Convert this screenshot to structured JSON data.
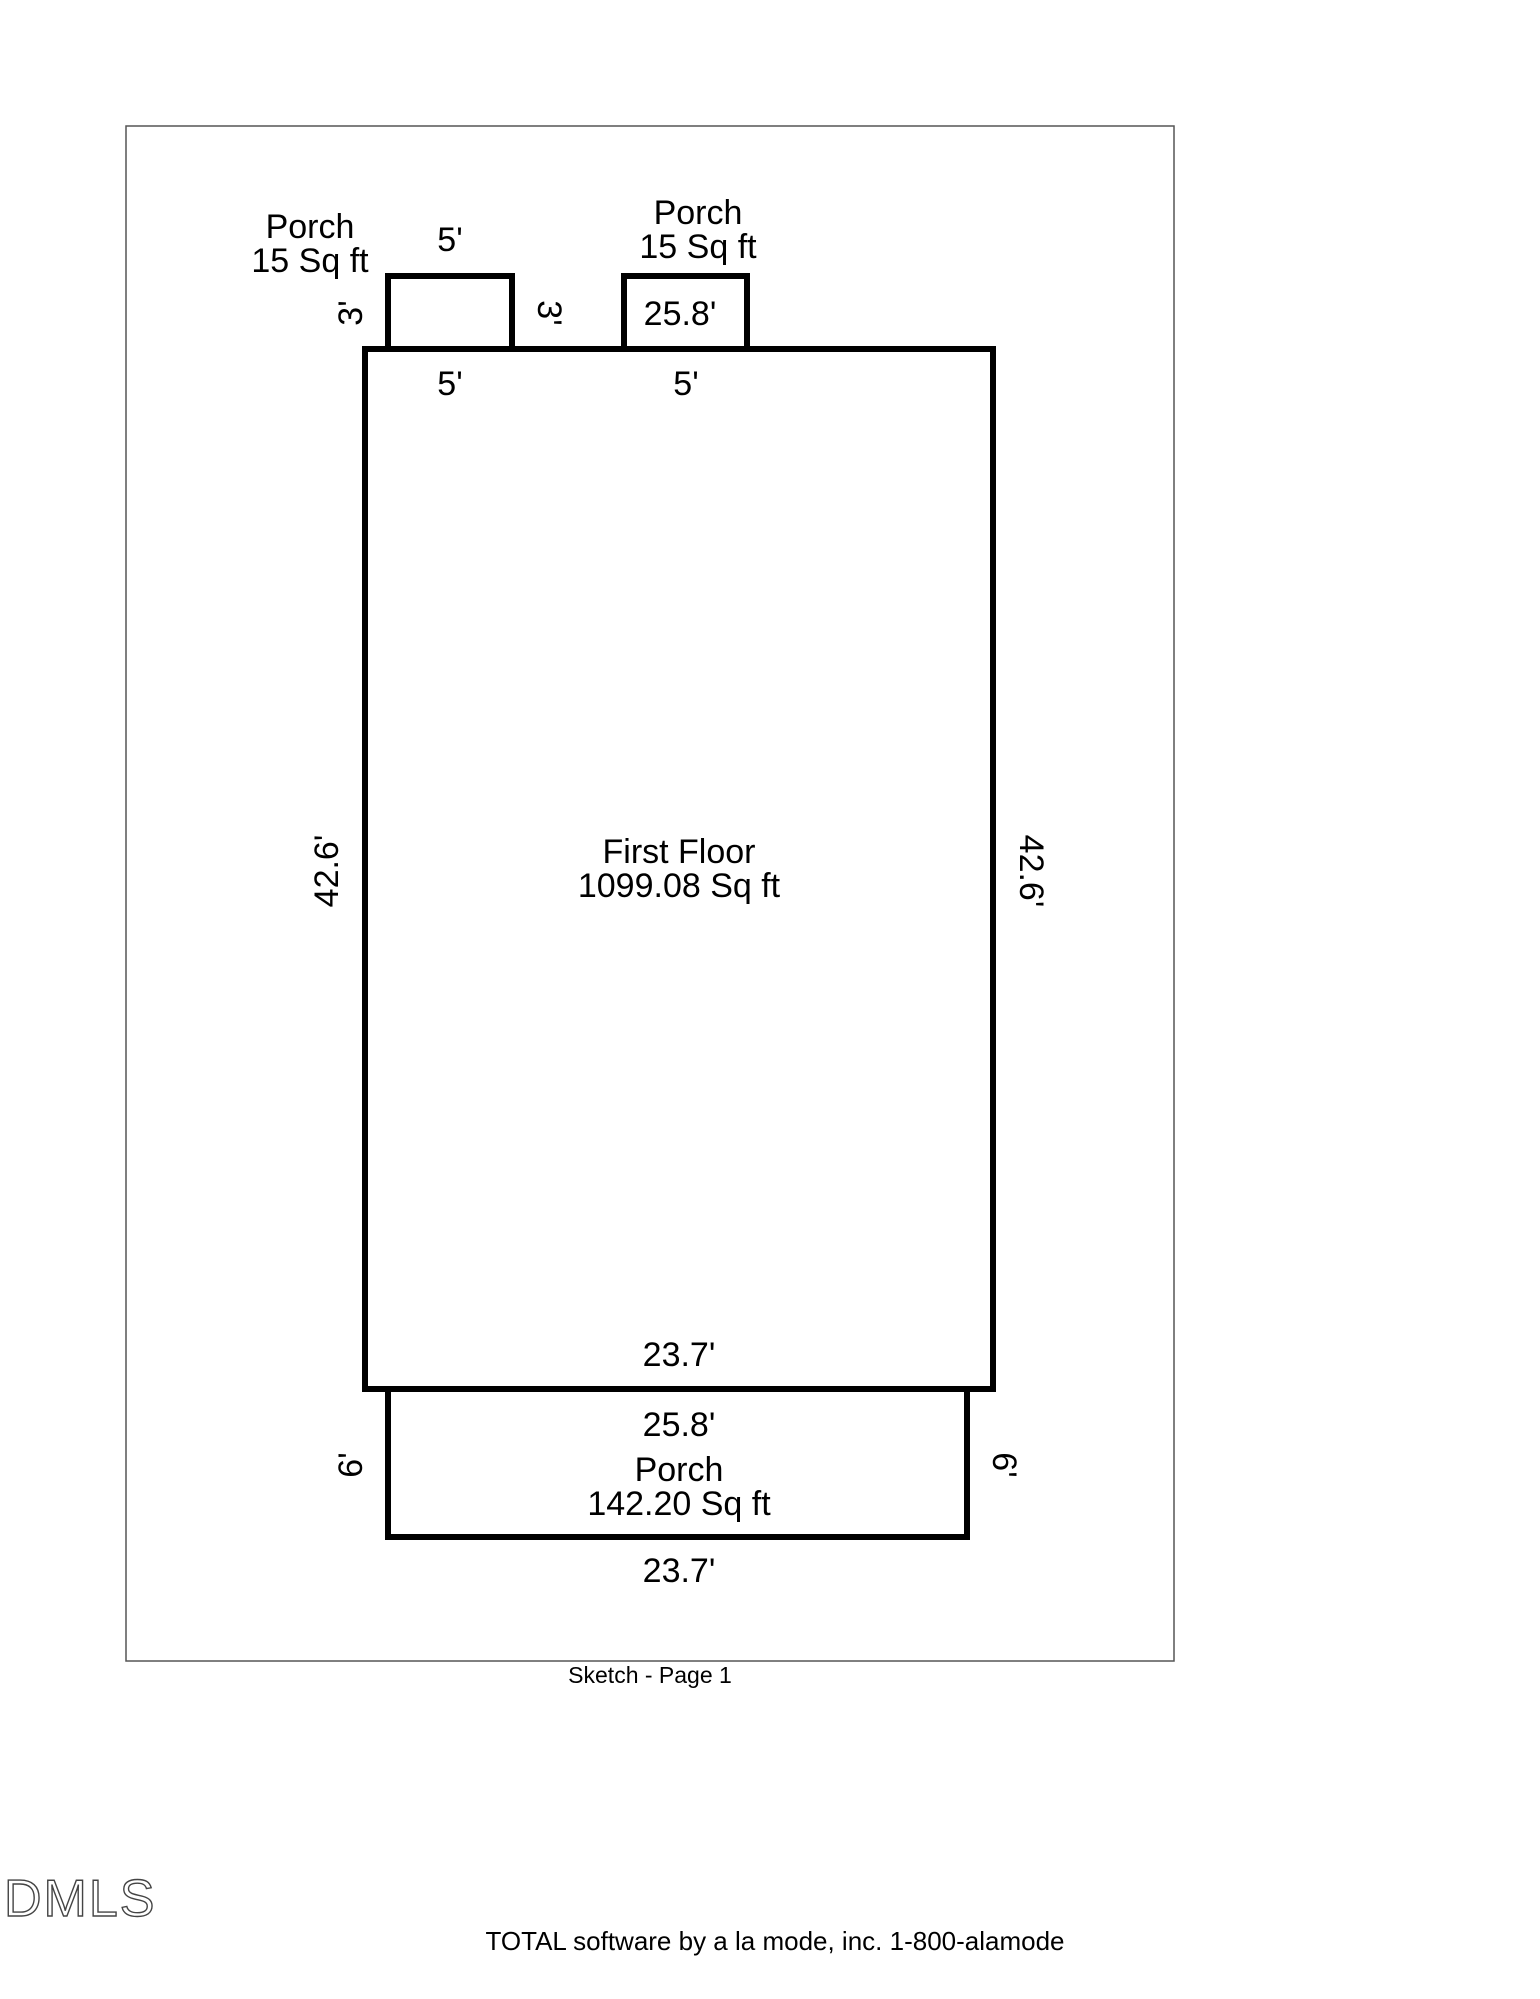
{
  "sketch": {
    "page_caption": "Sketch - Page 1",
    "footer_text": "TOTAL software by a la mode, inc.  1-800-alamode",
    "watermark": "DMLS",
    "rooms": {
      "porch_left": {
        "name": "Porch",
        "area": "15 Sq ft",
        "dim_top": "5'",
        "dim_left": "3'",
        "dim_right": "3'",
        "dim_bottom": "5'"
      },
      "porch_right": {
        "name": "Porch",
        "area": "15 Sq ft",
        "dim_inside": "25.8'",
        "dim_bottom": "5'"
      },
      "first_floor": {
        "name": "First Floor",
        "area": "1099.08 Sq ft",
        "dim_left": "42.6'",
        "dim_right": "42.6'",
        "dim_bottom": "23.7'"
      },
      "porch_bottom": {
        "name": "Porch",
        "area": "142.20 Sq ft",
        "dim_top": "25.8'",
        "dim_left": "6'",
        "dim_right": "6'",
        "dim_bottom": "23.7'"
      }
    }
  }
}
